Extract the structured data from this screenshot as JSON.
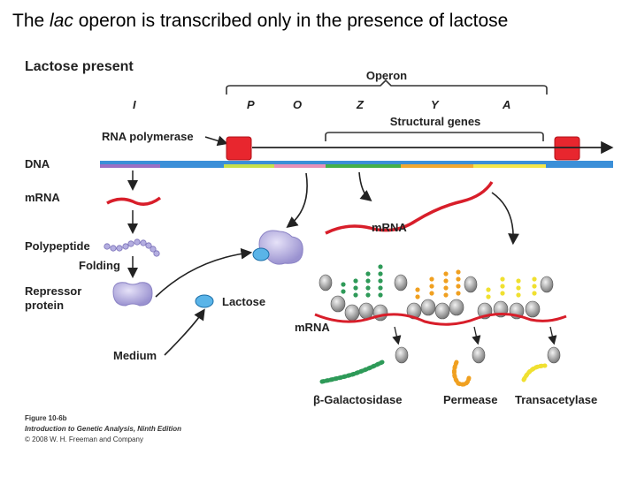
{
  "slide": {
    "title_prefix": "The ",
    "title_em": "lac",
    "title_suffix": " operon is transcribed only in the presence of lactose"
  },
  "figure": {
    "heading": "Lactose present",
    "operon_label": "Operon",
    "structural_label": "Structural genes",
    "genes": [
      "I",
      "P",
      "O",
      "Z",
      "Y",
      "A"
    ],
    "labels": {
      "rna_polymerase": "RNA polymerase",
      "dna": "DNA",
      "mrna_left": "mRNA",
      "mrna_center": "mRNA",
      "mrna_bottom": "mRNA",
      "polypeptide": "Polypeptide",
      "folding": "Folding",
      "repressor_1": "Repressor",
      "repressor_2": "protein",
      "lactose": "Lactose",
      "medium": "Medium"
    },
    "products": [
      "β-Galactosidase",
      "Permease",
      "Transacetylase"
    ],
    "credit": {
      "line1": "Figure 10-6b",
      "line2": "Introduction to Genetic Analysis, Ninth Edition",
      "line3": "© 2008 W. H. Freeman and Company"
    },
    "colors": {
      "dna_top": "#3b8fd8",
      "dna_i": "#9b6fc4",
      "dna_p": "#c8e04a",
      "dna_o": "#e890b8",
      "dna_z": "#44b048",
      "dna_y": "#f0a830",
      "dna_a": "#f4e64a",
      "polymerase": "#e8262e",
      "mrna": "#d81e2a",
      "repressor": "#b4aee0",
      "lactose": "#5ab4e8",
      "galactosidase": "#2e9a58",
      "permease": "#f0a020",
      "transacetylase": "#f0e030",
      "ribosome": "#9a9a9a"
    }
  }
}
